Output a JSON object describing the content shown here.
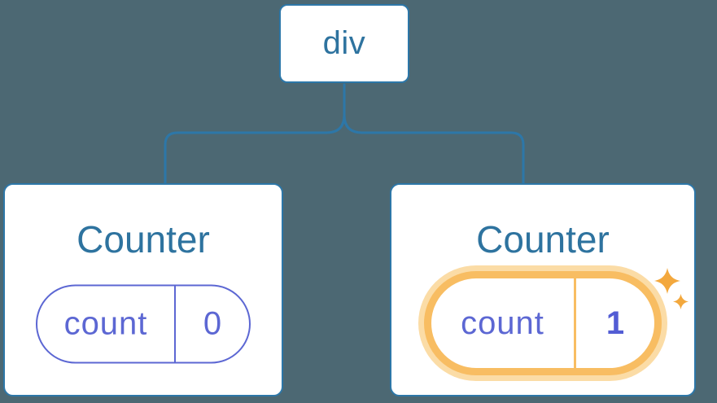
{
  "diagram": {
    "description": "component tree with state",
    "root_node": {
      "label": "div"
    },
    "children": [
      {
        "title": "Counter",
        "state_key": "count",
        "state_value": "0",
        "highlighted": false
      },
      {
        "title": "Counter",
        "state_key": "count",
        "state_value": "1",
        "highlighted": true
      }
    ]
  },
  "icons": {
    "sparkle_large": "four-point-star",
    "sparkle_small": "four-point-star"
  },
  "palette": {
    "background": "#4C6873",
    "line_blue": "#2D77A8",
    "node_text_blue": "#2E739F",
    "state_purple": "#5C67D3",
    "state_value_purple": "#535DD4",
    "highlight_orange": "#F8BD62",
    "highlight_glow": "#FBDCA6",
    "sparkle_orange": "#F3A83D",
    "card_white": "#FFFFFF"
  }
}
